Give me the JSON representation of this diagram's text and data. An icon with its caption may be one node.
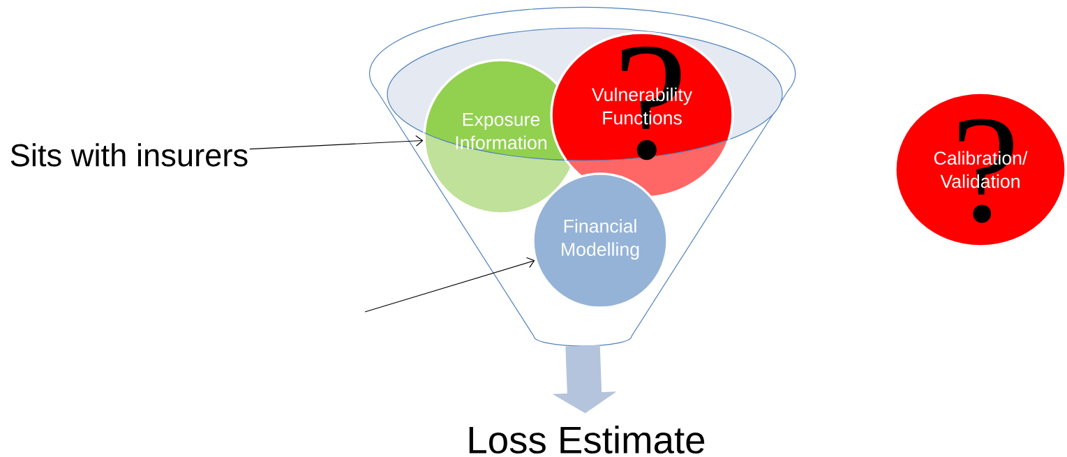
{
  "diagram": {
    "nodes": [
      {
        "text": [],
        "shape": "funnel"
      },
      {
        "text": [
          "Exposure Information"
        ],
        "in": 0
      },
      {
        "text": [
          "Vulnerability Functions",
          "?"
        ],
        "in": 0
      },
      {
        "text": [
          "Financial Modelling"
        ],
        "in": 0
      },
      {
        "text": [
          "Calibration/ Validation",
          "?"
        ]
      },
      {
        "text": [
          "Sits with insurers"
        ]
      },
      {
        "text": [
          "Loss Estimate"
        ]
      }
    ],
    "edges": [
      {
        "from": 5,
        "to": 1,
        "arrow": "to"
      },
      {
        "from": null,
        "to": 3,
        "arrow": "to"
      },
      {
        "from": 0,
        "to": 6,
        "arrow": "to",
        "style": "thick",
        "color": "#b4c4dc"
      }
    ]
  }
}
